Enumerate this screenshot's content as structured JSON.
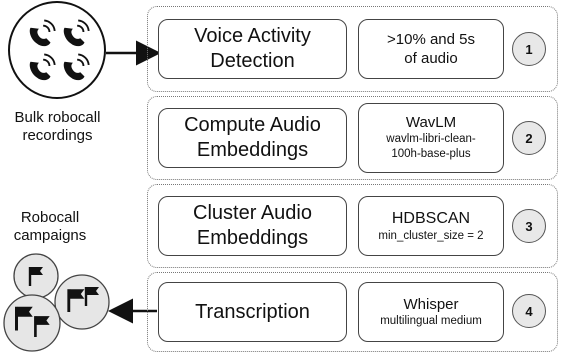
{
  "inputs": {
    "label_line1": "Bulk robocall",
    "label_line2": "recordings"
  },
  "outputs": {
    "label_line1": "Robocall",
    "label_line2": "campaigns"
  },
  "steps": [
    {
      "number": "1",
      "title_line1": "Voice Activity",
      "title_line2": "Detection",
      "param_line1": ">10% and 5s",
      "param_line2": "of audio"
    },
    {
      "number": "2",
      "title_line1": "Compute Audio",
      "title_line2": "Embeddings",
      "param_line1": "WavLM",
      "param_line2": "wavlm-libri-clean-",
      "param_line3": "100h-base-plus"
    },
    {
      "number": "3",
      "title_line1": "Cluster Audio",
      "title_line2": "Embeddings",
      "param_line1": "HDBSCAN",
      "param_line2": "min_cluster_size = 2"
    },
    {
      "number": "4",
      "title_line1": "Transcription",
      "param_line1": "Whisper",
      "param_line2": "multilingual medium"
    }
  ],
  "icons": {
    "input": "phone-ringing-icon",
    "output": "flag-icon"
  }
}
